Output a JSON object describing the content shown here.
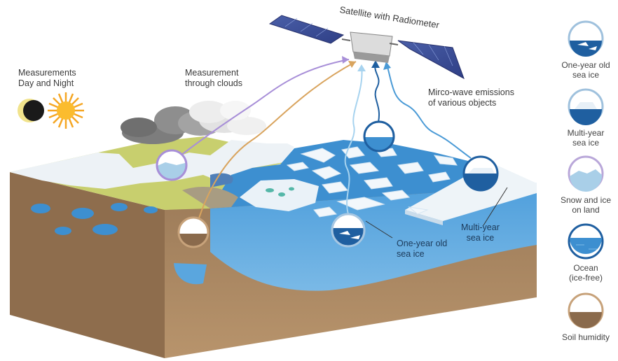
{
  "satellite": {
    "label": "Satellite with Radiometer"
  },
  "day_night": {
    "line1": "Measurements",
    "line2": "Day and Night",
    "moon_icon": "moon-icon",
    "sun_icon": "sun-icon"
  },
  "clouds": {
    "line1": "Measurement",
    "line2": "through clouds"
  },
  "emissions": {
    "line1": "Mirco-wave emissions",
    "line2": "of various objects"
  },
  "scene_labels": {
    "multi_year": {
      "line1": "Multi-year",
      "line2": "sea ice"
    },
    "one_year": {
      "line1": "One-year old",
      "line2": "sea ice"
    }
  },
  "legend": [
    {
      "line1": "One-year old",
      "line2": "sea ice",
      "icon": "one-year-sea-ice-icon",
      "color": "#1f5fa0"
    },
    {
      "line1": "Multi-year",
      "line2": "sea ice",
      "icon": "multi-year-sea-ice-icon",
      "color": "#1f5fa0"
    },
    {
      "line1": "Snow and ice",
      "line2": "on land",
      "icon": "snow-ice-land-icon",
      "color": "#b9a7d9"
    },
    {
      "line1": "Ocean",
      "line2": "(ice-free)",
      "icon": "ocean-icon",
      "color": "#1f5fa0"
    },
    {
      "line1": "Soil humidity",
      "line2": "",
      "icon": "soil-humidity-icon",
      "color": "#c7a27a"
    }
  ],
  "colors": {
    "ocean": "#3d8fd0",
    "ocean_dark": "#2a6fb0",
    "earth": "#a98660",
    "snow": "#eef3f8",
    "vegetation": "#cfd477",
    "purple": "#a88fd8",
    "orange": "#d9a45e"
  }
}
